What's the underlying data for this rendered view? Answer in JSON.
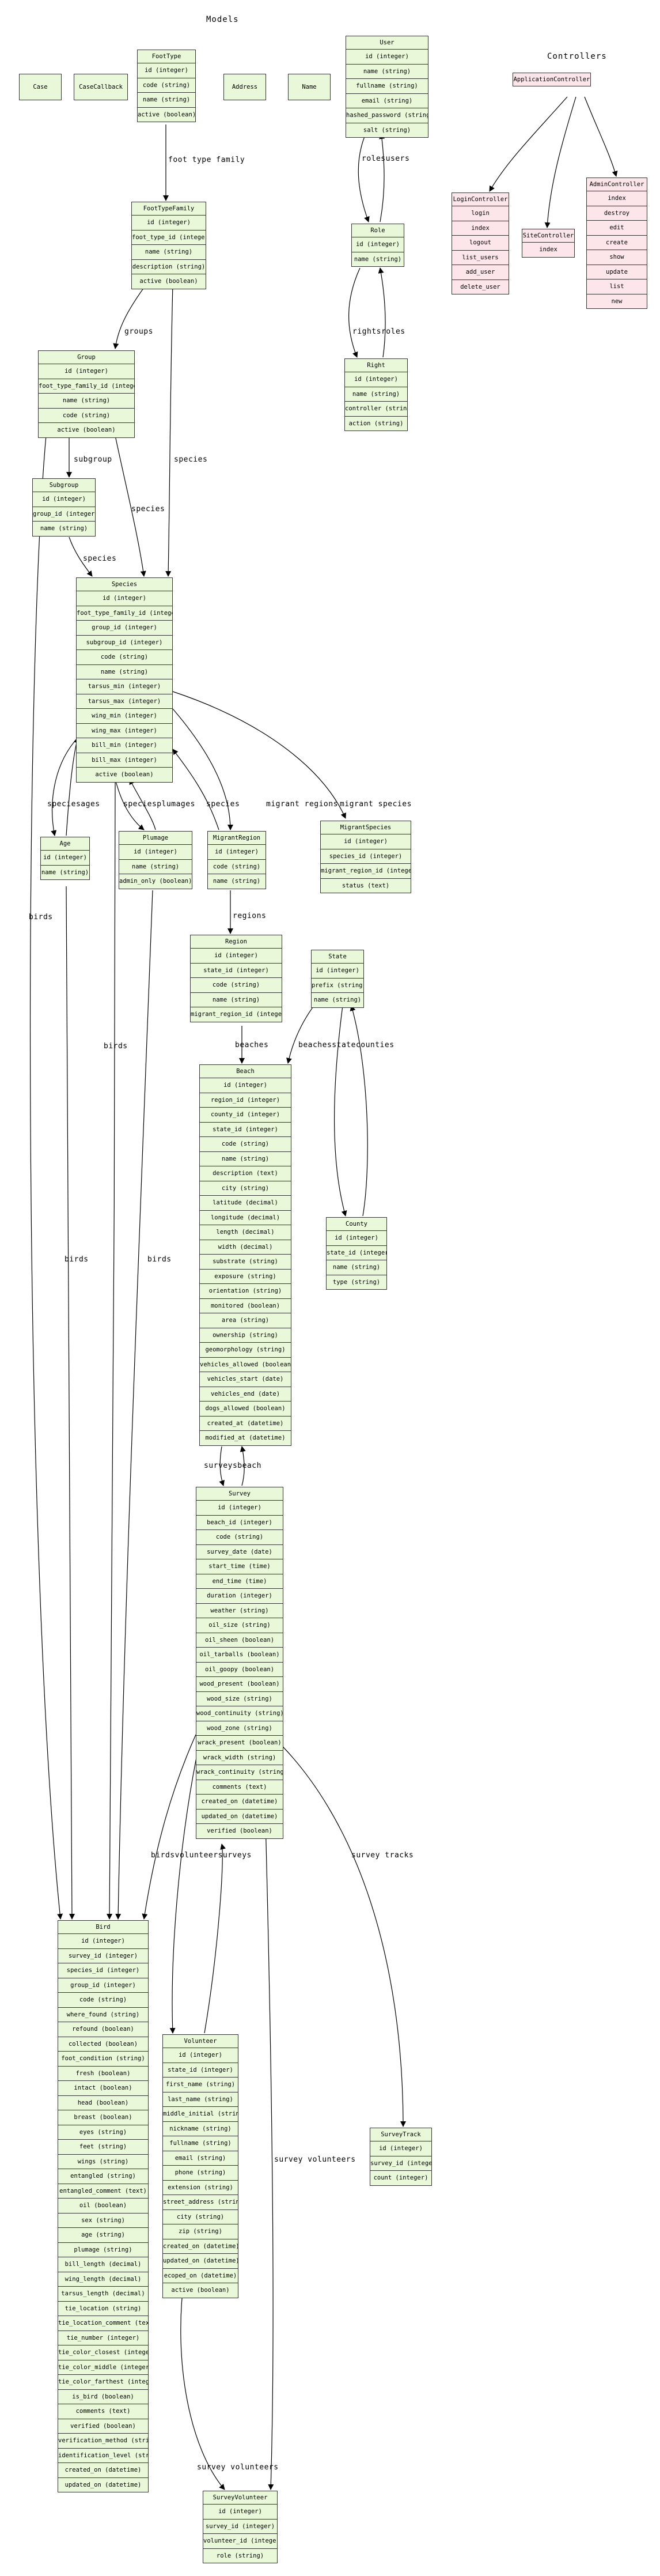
{
  "headings": {
    "models": "Models",
    "controllers": "Controllers"
  },
  "standalone_models": [
    "Case",
    "CaseCallback",
    "Address",
    "Name"
  ],
  "models": {
    "foottype": {
      "title": "FootType",
      "rows": [
        "id (integer)",
        "code (string)",
        "name (string)",
        "active (boolean)"
      ]
    },
    "user": {
      "title": "User",
      "rows": [
        "id (integer)",
        "name (string)",
        "fullname (string)",
        "email (string)",
        "hashed_password (string)",
        "salt (string)"
      ]
    },
    "foottypefamily": {
      "title": "FootTypeFamily",
      "rows": [
        "id (integer)",
        "foot_type_id (integer)",
        "name (string)",
        "description (string)",
        "active (boolean)"
      ]
    },
    "role": {
      "title": "Role",
      "rows": [
        "id (integer)",
        "name (string)"
      ]
    },
    "group": {
      "title": "Group",
      "rows": [
        "id (integer)",
        "foot_type_family_id (integer)",
        "name (string)",
        "code (string)",
        "active (boolean)"
      ]
    },
    "right": {
      "title": "Right",
      "rows": [
        "id (integer)",
        "name (string)",
        "controller (string)",
        "action (string)"
      ]
    },
    "subgroup": {
      "title": "Subgroup",
      "rows": [
        "id (integer)",
        "group_id (integer)",
        "name (string)"
      ]
    },
    "species": {
      "title": "Species",
      "rows": [
        "id (integer)",
        "foot_type_family_id (integer)",
        "group_id (integer)",
        "subgroup_id (integer)",
        "code (string)",
        "name (string)",
        "tarsus_min (integer)",
        "tarsus_max (integer)",
        "wing_min (integer)",
        "wing_max (integer)",
        "bill_min (integer)",
        "bill_max (integer)",
        "active (boolean)"
      ]
    },
    "age": {
      "title": "Age",
      "rows": [
        "id (integer)",
        "name (string)"
      ]
    },
    "plumage": {
      "title": "Plumage",
      "rows": [
        "id (integer)",
        "name (string)",
        "admin_only (boolean)"
      ]
    },
    "migrantregion": {
      "title": "MigrantRegion",
      "rows": [
        "id (integer)",
        "code (string)",
        "name (string)"
      ]
    },
    "migrantspecies": {
      "title": "MigrantSpecies",
      "rows": [
        "id (integer)",
        "species_id (integer)",
        "migrant_region_id (integer)",
        "status (text)"
      ]
    },
    "region": {
      "title": "Region",
      "rows": [
        "id (integer)",
        "state_id (integer)",
        "code (string)",
        "name (string)",
        "migrant_region_id (integer)"
      ]
    },
    "state": {
      "title": "State",
      "rows": [
        "id (integer)",
        "prefix (string)",
        "name (string)"
      ]
    },
    "beach": {
      "title": "Beach",
      "rows": [
        "id (integer)",
        "region_id (integer)",
        "county_id (integer)",
        "state_id (integer)",
        "code (string)",
        "name (string)",
        "description (text)",
        "city (string)",
        "latitude (decimal)",
        "longitude (decimal)",
        "length (decimal)",
        "width (decimal)",
        "substrate (string)",
        "exposure (string)",
        "orientation (string)",
        "monitored (boolean)",
        "area (string)",
        "ownership (string)",
        "geomorphology (string)",
        "vehicles_allowed (boolean)",
        "vehicles_start (date)",
        "vehicles_end (date)",
        "dogs_allowed (boolean)",
        "created_at (datetime)",
        "modified_at (datetime)"
      ]
    },
    "county": {
      "title": "County",
      "rows": [
        "id (integer)",
        "state_id (integer)",
        "name (string)",
        "type (string)"
      ]
    },
    "survey": {
      "title": "Survey",
      "rows": [
        "id (integer)",
        "beach_id (integer)",
        "code (string)",
        "survey_date (date)",
        "start_time (time)",
        "end_time (time)",
        "duration (integer)",
        "weather (string)",
        "oil_size (string)",
        "oil_sheen (boolean)",
        "oil_tarballs (boolean)",
        "oil_goopy (boolean)",
        "wood_present (boolean)",
        "wood_size (string)",
        "wood_continuity (string)",
        "wood_zone (string)",
        "wrack_present (boolean)",
        "wrack_width (string)",
        "wrack_continuity (string)",
        "comments (text)",
        "created_on (datetime)",
        "updated_on (datetime)",
        "verified (boolean)"
      ]
    },
    "bird": {
      "title": "Bird",
      "rows": [
        "id (integer)",
        "survey_id (integer)",
        "species_id (integer)",
        "group_id (integer)",
        "code (string)",
        "where_found (string)",
        "refound (boolean)",
        "collected (boolean)",
        "foot_condition (string)",
        "fresh (boolean)",
        "intact (boolean)",
        "head (boolean)",
        "breast (boolean)",
        "eyes (string)",
        "feet (string)",
        "wings (string)",
        "entangled (string)",
        "entangled_comment (text)",
        "oil (boolean)",
        "sex (string)",
        "age (string)",
        "plumage (string)",
        "bill_length (decimal)",
        "wing_length (decimal)",
        "tarsus_length (decimal)",
        "tie_location (string)",
        "tie_location_comment (text)",
        "tie_number (integer)",
        "tie_color_closest (integer)",
        "tie_color_middle (integer)",
        "tie_color_farthest (integer)",
        "is_bird (boolean)",
        "comments (text)",
        "verified (boolean)",
        "verification_method (string)",
        "identification_level (string)",
        "created_on (datetime)",
        "updated_on (datetime)"
      ]
    },
    "volunteer": {
      "title": "Volunteer",
      "rows": [
        "id (integer)",
        "state_id (integer)",
        "first_name (string)",
        "last_name (string)",
        "middle_initial (string)",
        "nickname (string)",
        "fullname (string)",
        "email (string)",
        "phone (string)",
        "extension (string)",
        "street_address (string)",
        "city (string)",
        "zip (string)",
        "created_on (datetime)",
        "updated_on (datetime)",
        "ecoped_on (datetime)",
        "active (boolean)"
      ]
    },
    "surveytrack": {
      "title": "SurveyTrack",
      "rows": [
        "id (integer)",
        "survey_id (integer)",
        "count (integer)"
      ]
    },
    "surveyvolunteer": {
      "title": "SurveyVolunteer",
      "rows": [
        "id (integer)",
        "survey_id (integer)",
        "volunteer_id (integer)",
        "role (string)"
      ]
    }
  },
  "controllers": {
    "application": {
      "title": "ApplicationController",
      "rows": []
    },
    "login": {
      "title": "LoginController",
      "rows": [
        "login",
        "index",
        "logout",
        "list_users",
        "add_user",
        "delete_user"
      ]
    },
    "site": {
      "title": "SiteController",
      "rows": [
        "index"
      ]
    },
    "admin": {
      "title": "AdminController",
      "rows": [
        "index",
        "destroy",
        "edit",
        "create",
        "show",
        "update",
        "list",
        "new"
      ]
    }
  },
  "edge_labels": {
    "foot_type_family": "foot type family",
    "rolesusers": "rolesusers",
    "groups": "groups",
    "species_ftf": "species",
    "rightsroles": "rightsroles",
    "subgroup": "subgroup",
    "species_group": "species",
    "species_subgroup": "species",
    "speciesages": "speciesages",
    "speciesplumages": "speciesplumages",
    "species_mr": "species",
    "migrant_regions": "migrant regions",
    "migrant_species": "migrant species",
    "birds_group": "birds",
    "birds_species": "birds",
    "birds_age": "birds",
    "birds_plumage": "birds",
    "regions": "regions",
    "beaches": "beaches",
    "beachesstatecounties": "beachesstatecounties",
    "surveysbeach": "surveysbeach",
    "birdsvolunteersurveys": "birdsvolunteersurveys",
    "survey_tracks": "survey tracks",
    "survey_volunteers_a": "survey volunteers",
    "survey_volunteers_b": "survey volunteers"
  }
}
